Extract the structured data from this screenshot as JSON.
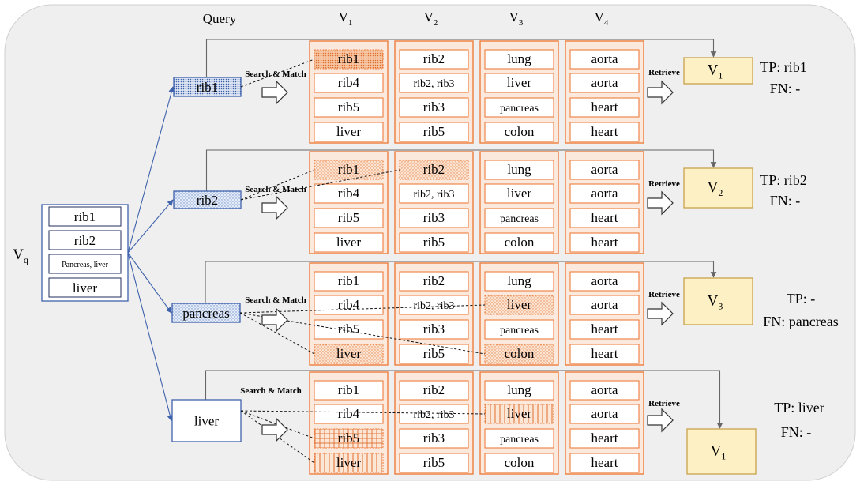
{
  "headers": {
    "query": "Query",
    "v_base": "V",
    "cols": [
      "1",
      "2",
      "3",
      "4"
    ]
  },
  "vq": {
    "label_base": "V",
    "label_sub": "q",
    "items": [
      "rib1",
      "rib2",
      "Pancreas, liver",
      "liver"
    ]
  },
  "labels": {
    "search_match": "Search & Match",
    "retrieve": "Retrieve"
  },
  "db": [
    [
      "rib1",
      "rib4",
      "rib5",
      "liver"
    ],
    [
      "rib2",
      "rib2, rib3",
      "rib3",
      "rib5"
    ],
    [
      "lung",
      "liver",
      "pancreas",
      "colon"
    ],
    [
      "aorta",
      "aorta",
      "heart",
      "heart"
    ]
  ],
  "rows": [
    {
      "query": "rib1",
      "highlight": [
        [
          0,
          0
        ]
      ],
      "result_base": "V",
      "result_sub": "1",
      "tp": "TP: rib1",
      "fn": "FN: -"
    },
    {
      "query": "rib2",
      "highlight": [
        [
          0,
          0
        ],
        [
          1,
          0
        ]
      ],
      "result_base": "V",
      "result_sub": "2",
      "tp": "TP: rib2",
      "fn": "FN: -"
    },
    {
      "query": "pancreas",
      "highlight": [
        [
          2,
          1
        ],
        [
          0,
          3
        ],
        [
          2,
          3
        ]
      ],
      "result_base": "V",
      "result_sub": "3",
      "tp": "TP: -",
      "fn": "FN: pancreas"
    },
    {
      "query": "liver",
      "highlight": [
        [
          2,
          1
        ],
        [
          0,
          2
        ],
        [
          0,
          3
        ]
      ],
      "result_base": "V",
      "result_sub": "1",
      "tp": "TP: liver",
      "fn": "FN: -"
    }
  ],
  "colors": {
    "orange": "#ef7d3c",
    "blue": "#3f62ad",
    "gold_fill": "#fdf0c4",
    "gold_stroke": "#c9a24c",
    "background": "#efefef"
  }
}
